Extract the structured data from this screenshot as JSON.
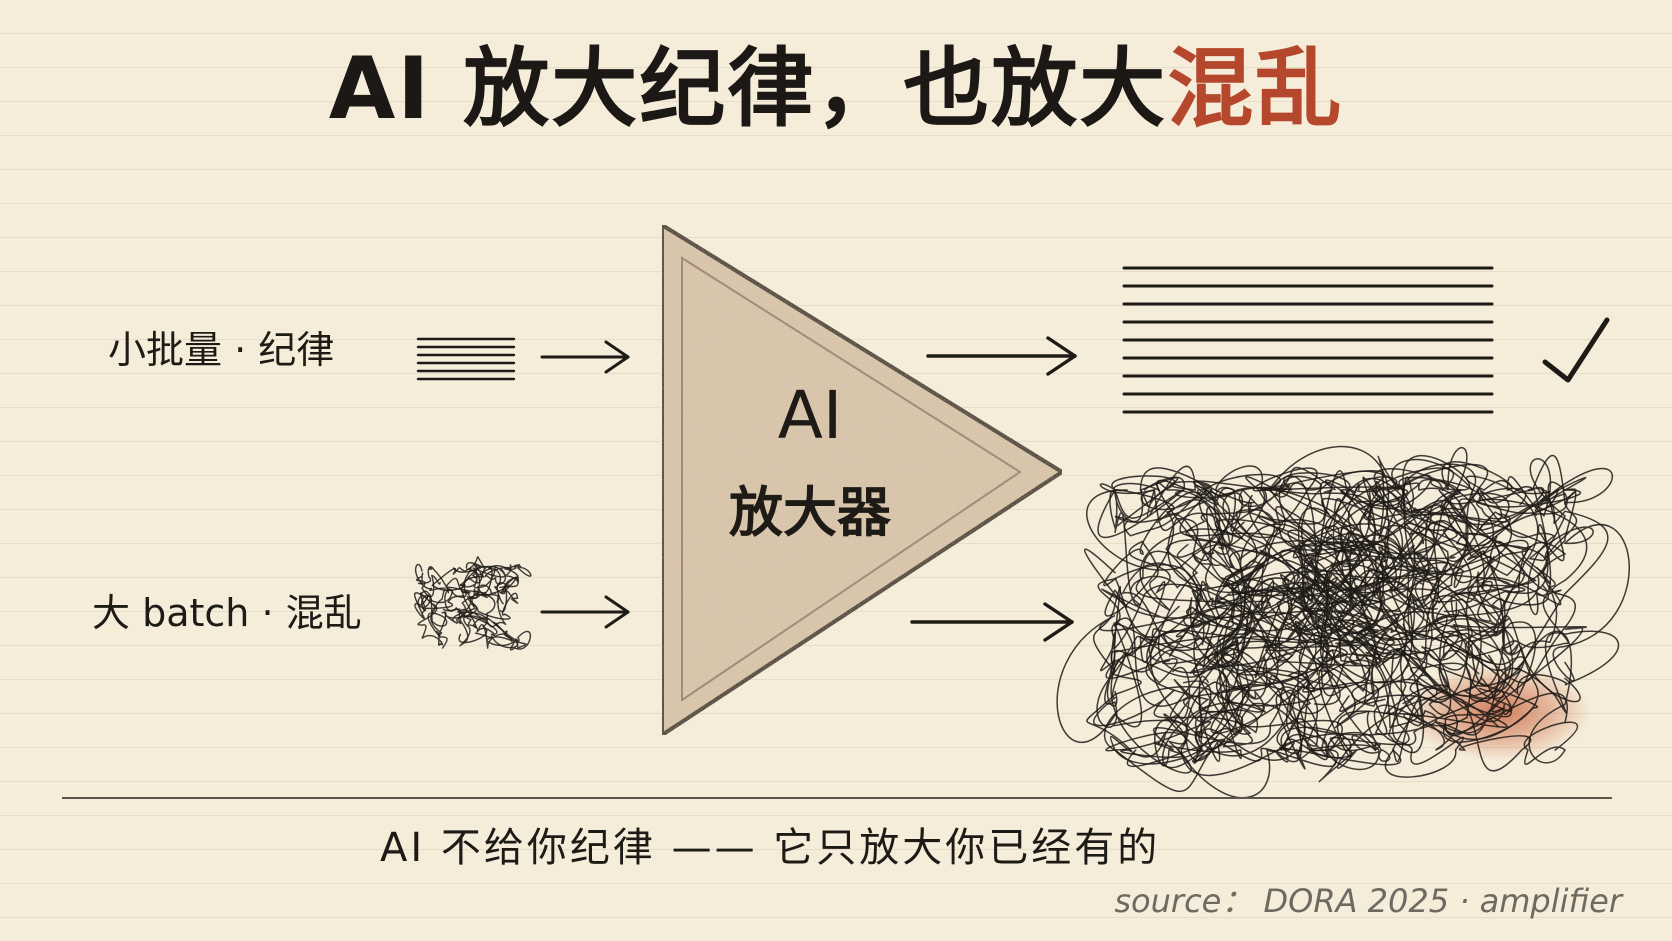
{
  "title": {
    "main": "AI 放大纪律，也放大",
    "accent": "混乱"
  },
  "rows": [
    {
      "label": "小批量 · 纪律",
      "outcome": "check-icon"
    },
    {
      "label": "大 batch · 混乱",
      "outcome": "none"
    }
  ],
  "amplifier": {
    "top": "AI",
    "bottom": "放大器"
  },
  "takeaway": "AI 不给你纪律 —— 它只放大你已经有的",
  "source": "source： DORA 2025 · amplifier",
  "colors": {
    "ink": "#1e1b17",
    "accent": "#b5472c",
    "paper": "#f5ecd9",
    "triangle_fill": "#e3d0b6",
    "source_text": "#6e6a62"
  }
}
